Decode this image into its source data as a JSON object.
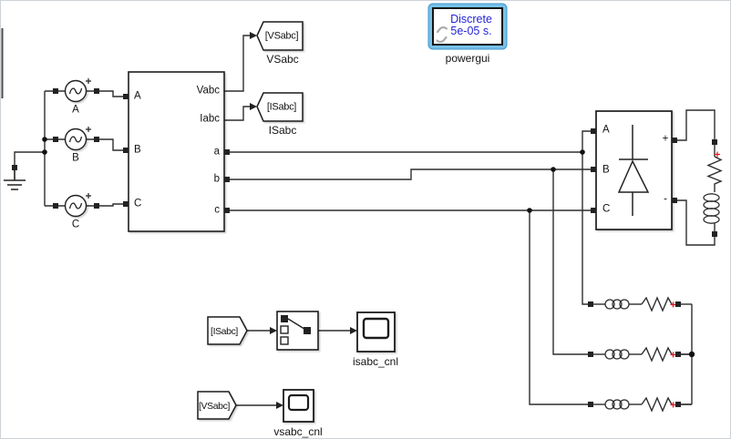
{
  "sources": {
    "a": "A",
    "b": "B",
    "c": "C"
  },
  "measurement": {
    "in": [
      "A",
      "B",
      "C"
    ],
    "out": [
      "Vabc",
      "Iabc",
      "a",
      "b",
      "c"
    ]
  },
  "goto_tags": {
    "vsabc": {
      "tag": "[VSabc]",
      "name": "VSabc"
    },
    "isabc": {
      "tag": "[ISabc]",
      "name": "ISabc"
    }
  },
  "from_tags": {
    "isabc": {
      "tag": "[ISabc]"
    },
    "vsabc": {
      "tag": "[VSabc]"
    }
  },
  "powergui": {
    "line1": "Discrete",
    "line2": "5e-05 s.",
    "name": "powergui"
  },
  "rectifier": {
    "in": [
      "A",
      "B",
      "C"
    ],
    "plus": "+",
    "minus": "-"
  },
  "scopes": {
    "isabc": {
      "name": "isabc_cnl"
    },
    "vsabc": {
      "name": "vsabc_cnl"
    }
  },
  "colors": {
    "wire": "#2e2e2e",
    "powergui_text": "#2424d8",
    "selection_highlight": "#76c1e9",
    "polarity_red": "#e8141e",
    "broken_link_gray": "#ababab"
  }
}
